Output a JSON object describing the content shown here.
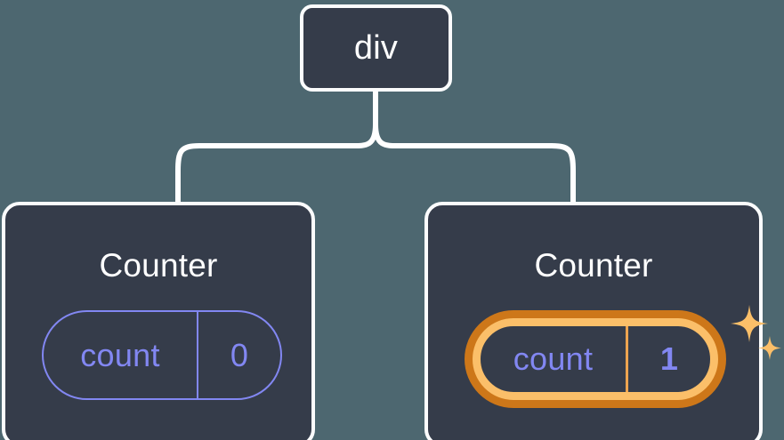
{
  "diagram": {
    "type": "component-tree",
    "background_color": "#4d6770",
    "node_fill_color": "#353c4a",
    "node_border_color": "#fbfcfd",
    "connector_color": "#ffffff",
    "accent_purple": "#8287f2",
    "highlight_outer_color": "#cd7719",
    "highlight_inner_color": "#fbbf69",
    "root": {
      "label": "div"
    },
    "children": [
      {
        "title": "Counter",
        "state_key": "count",
        "state_value": "0",
        "highlighted": false,
        "sparkles": false
      },
      {
        "title": "Counter",
        "state_key": "count",
        "state_value": "1",
        "highlighted": true,
        "sparkles": true
      }
    ]
  }
}
